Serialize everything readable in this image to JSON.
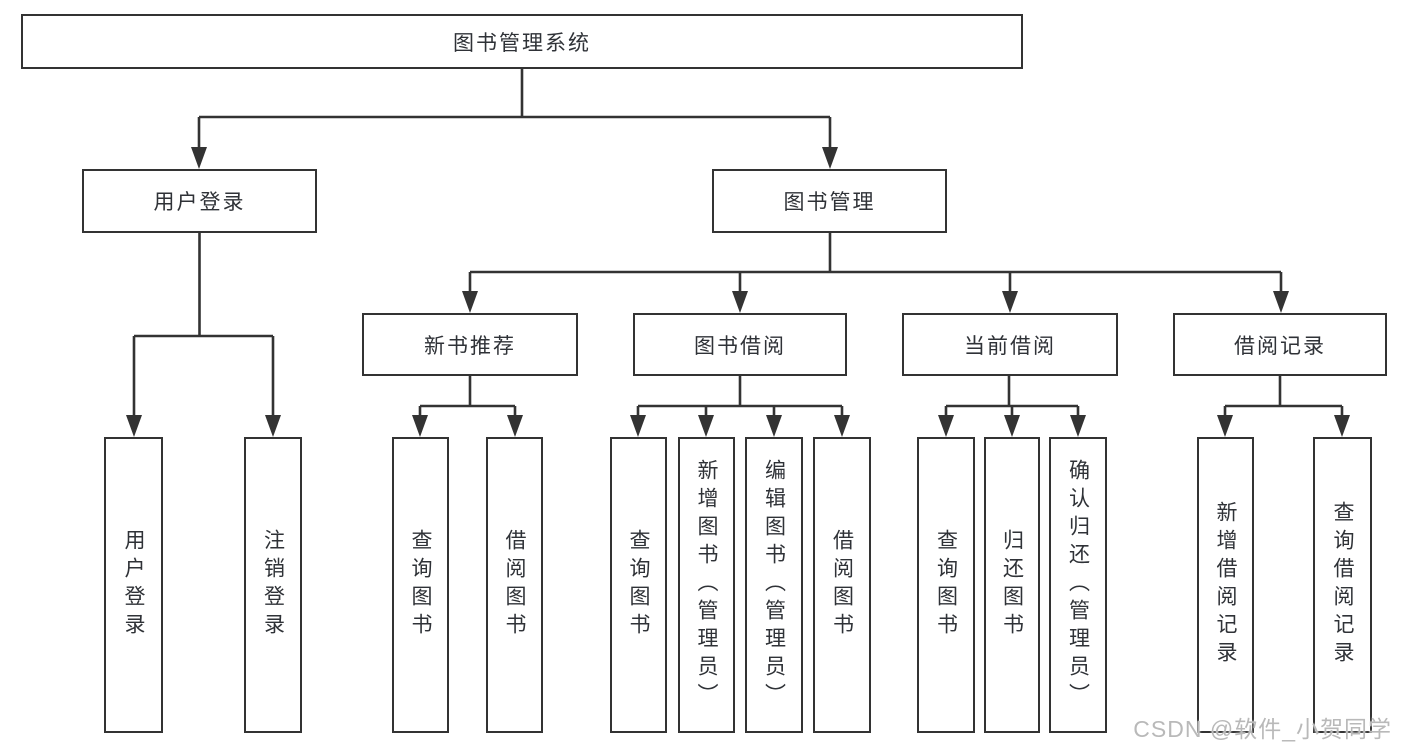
{
  "diagram": {
    "root": "图书管理系统",
    "user_login": {
      "label": "用户登录",
      "children": {
        "login": "用户登录",
        "logout": "注销登录"
      }
    },
    "book_mgmt": {
      "label": "图书管理",
      "new_book": {
        "label": "新书推荐",
        "children": {
          "query": "查询图书",
          "borrow": "借阅图书"
        }
      },
      "borrowing": {
        "label": "图书借阅",
        "children": {
          "query": "查询图书",
          "add": "新增图书（管理员）",
          "edit": "编辑图书（管理员）",
          "borrow": "借阅图书"
        }
      },
      "current": {
        "label": "当前借阅",
        "children": {
          "query": "查询图书",
          "return": "归还图书",
          "confirm": "确认归还（管理员）"
        }
      },
      "records": {
        "label": "借阅记录",
        "children": {
          "add": "新增借阅记录",
          "query": "查询借阅记录"
        }
      }
    }
  },
  "colors": {
    "line": "#333333",
    "text": "#2f3237",
    "watermark": "#b9b9b9"
  },
  "watermark": "CSDN @软件_小贺同学"
}
